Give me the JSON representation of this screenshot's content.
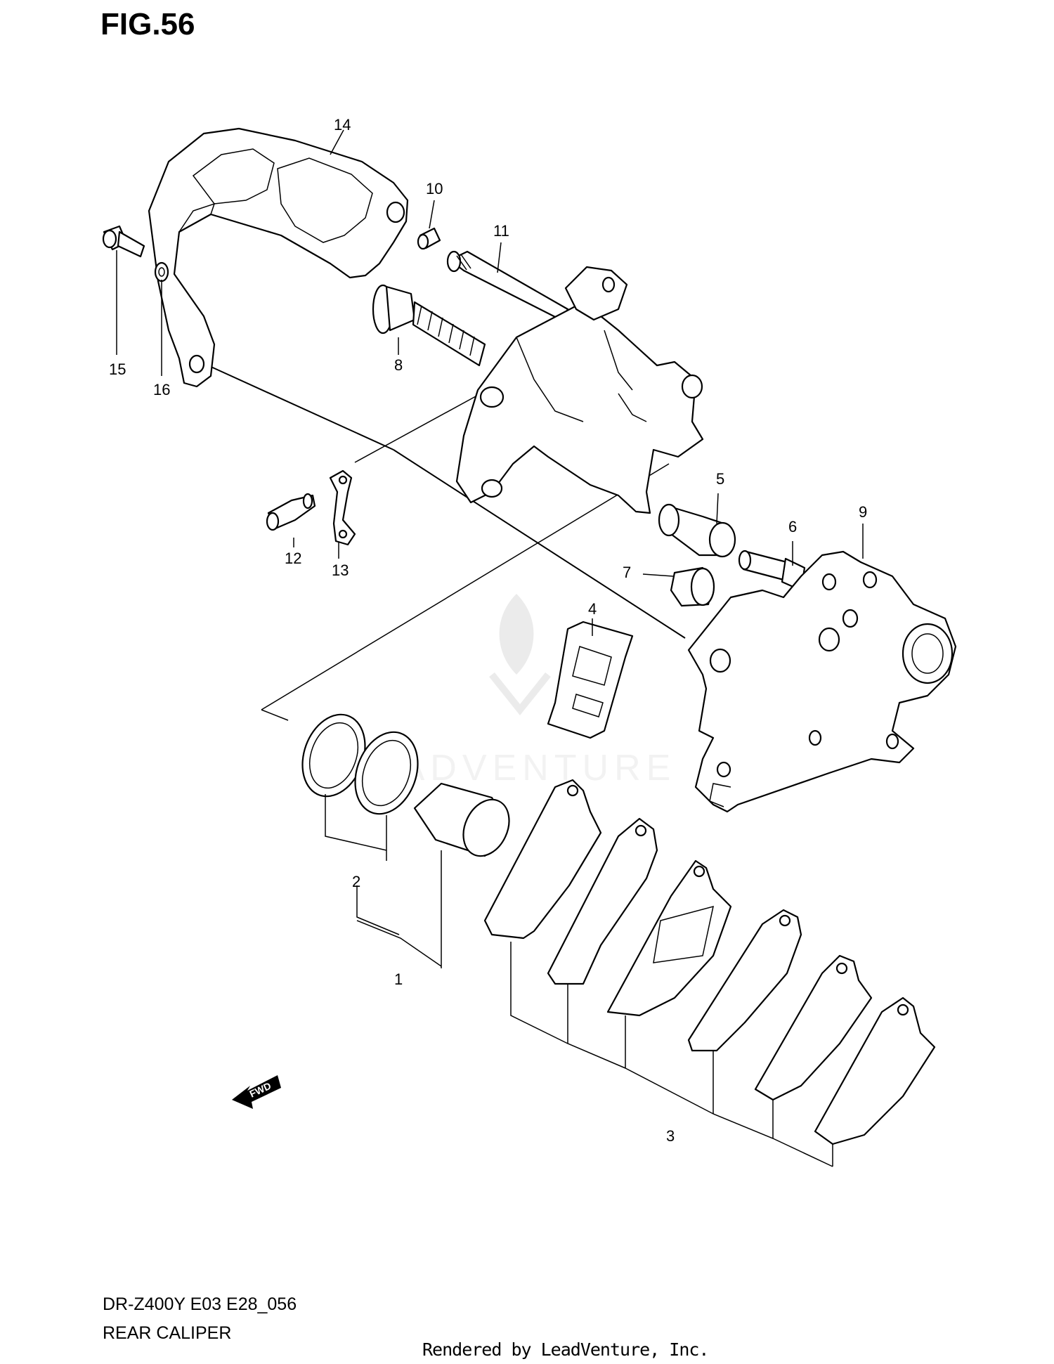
{
  "header": {
    "figure_title": "FIG.56"
  },
  "footer": {
    "model_code": "DR-Z400Y E03 E28_056",
    "diagram_name": "REAR CALIPER",
    "credit": "Rendered by LeadVenture, Inc."
  },
  "watermark": {
    "text": "LEADVENTURE"
  },
  "direction_marker": {
    "label": "FWD"
  },
  "callouts": [
    "1",
    "2",
    "3",
    "4",
    "5",
    "6",
    "7",
    "8",
    "9",
    "10",
    "11",
    "12",
    "13",
    "14",
    "15",
    "16"
  ]
}
